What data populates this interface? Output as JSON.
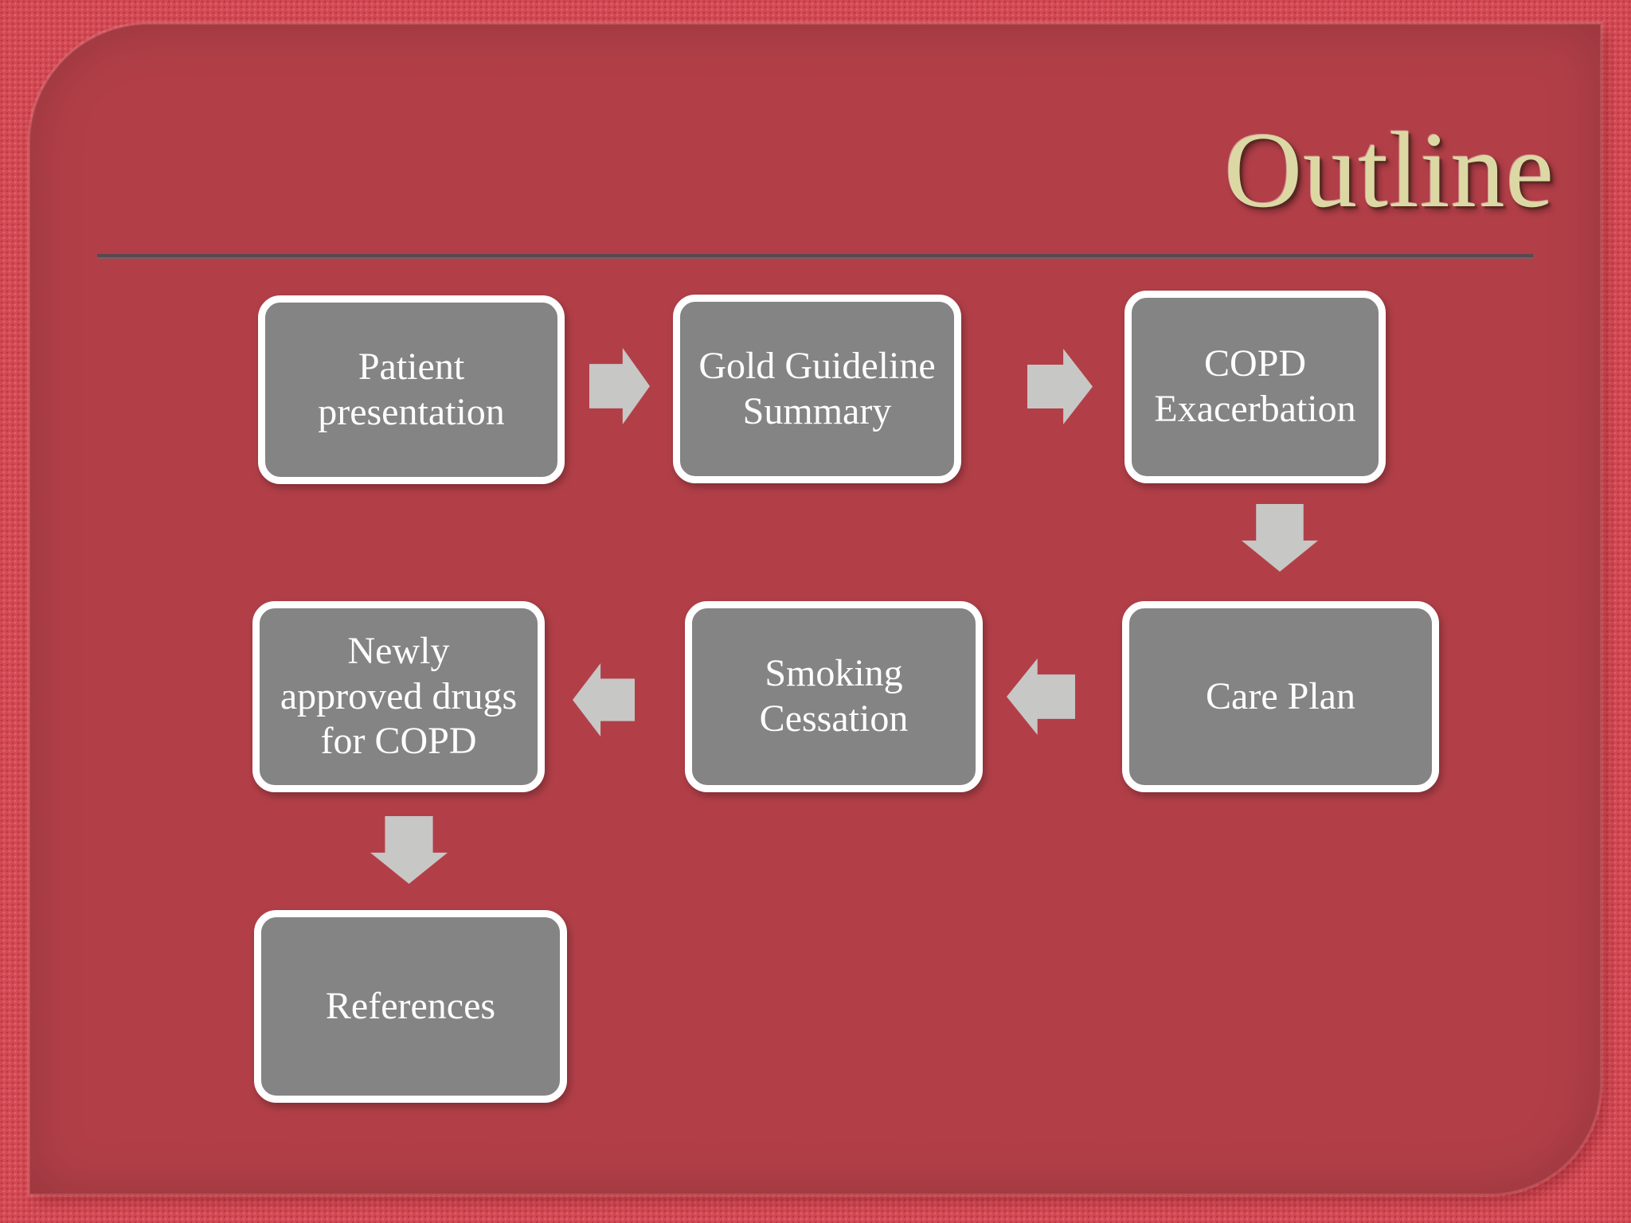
{
  "slide": {
    "title": "Outline",
    "colors": {
      "outer_background_red": "#d44a54",
      "panel_red": "#b23f48",
      "title_gold": "#dcd8a4",
      "divider": "#584950",
      "node_fill": "#848484",
      "node_border": "#ffffff",
      "node_text": "#ffffff",
      "arrow_gray": "#c7c7c5"
    }
  },
  "diagram": {
    "type": "flowchart",
    "nodes": [
      {
        "id": "patient-presentation",
        "label": "Patient\npresentation"
      },
      {
        "id": "gold-guideline-summary",
        "label": "Gold Guideline\nSummary"
      },
      {
        "id": "copd-exacerbation",
        "label": "COPD\nExacerbation"
      },
      {
        "id": "care-plan",
        "label": "Care Plan"
      },
      {
        "id": "smoking-cessation",
        "label": "Smoking\nCessation"
      },
      {
        "id": "newly-approved-drugs",
        "label": "Newly\napproved drugs\nfor COPD"
      },
      {
        "id": "references",
        "label": "References"
      }
    ],
    "arrows": [
      {
        "from": "patient-presentation",
        "to": "gold-guideline-summary",
        "direction": "right"
      },
      {
        "from": "gold-guideline-summary",
        "to": "copd-exacerbation",
        "direction": "right"
      },
      {
        "from": "copd-exacerbation",
        "to": "care-plan",
        "direction": "down"
      },
      {
        "from": "care-plan",
        "to": "smoking-cessation",
        "direction": "left"
      },
      {
        "from": "smoking-cessation",
        "to": "newly-approved-drugs",
        "direction": "left"
      },
      {
        "from": "newly-approved-drugs",
        "to": "references",
        "direction": "down"
      }
    ]
  }
}
